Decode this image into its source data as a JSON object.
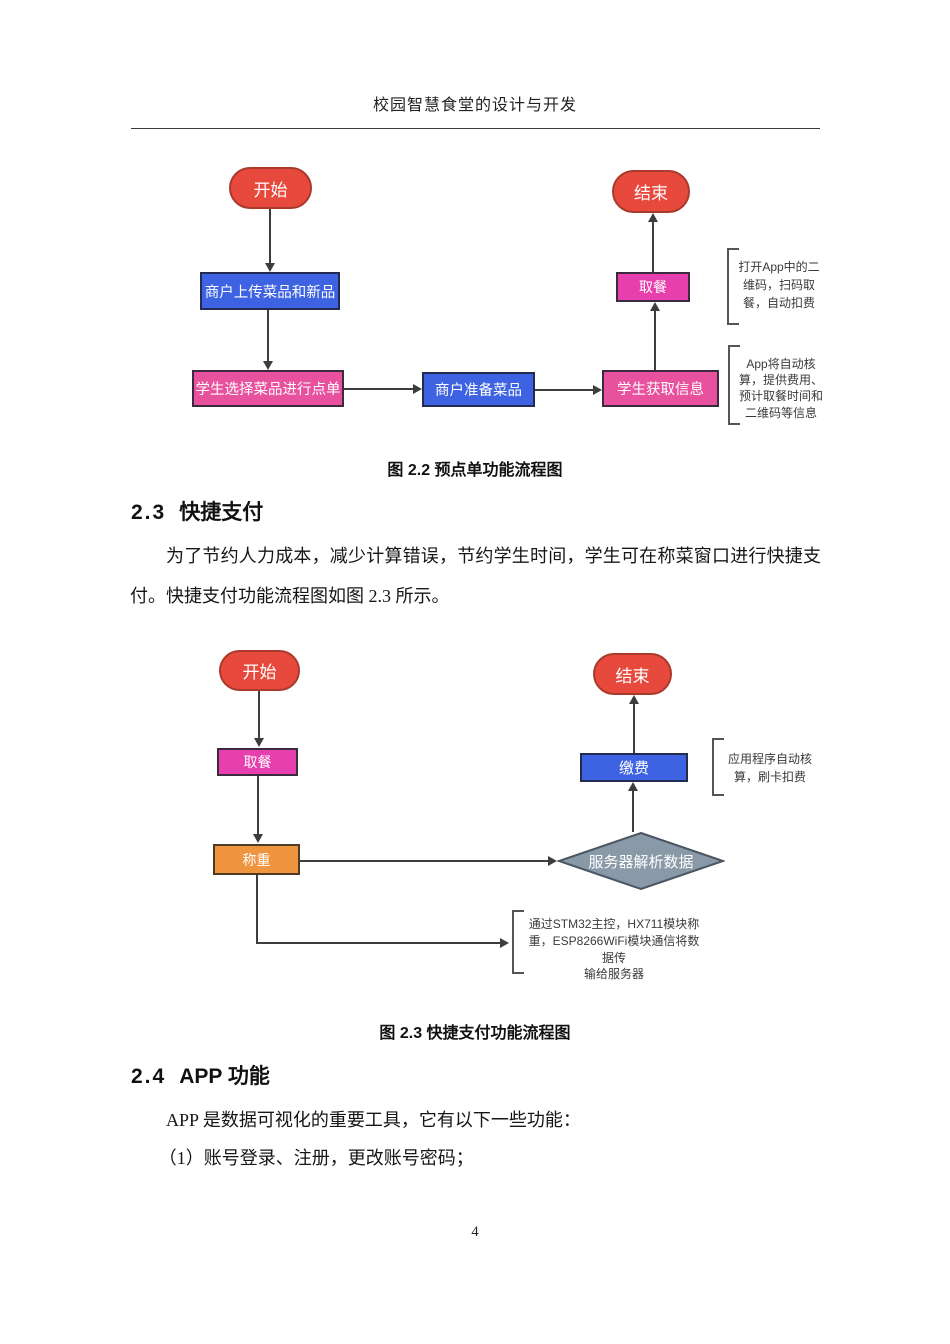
{
  "header": {
    "title": "校园智慧食堂的设计与开发"
  },
  "figure_2_2": {
    "caption": "图 2.2 预点单功能流程图",
    "nodes": {
      "start": "开始",
      "upload": "商户上传菜品和新品",
      "select": "学生选择菜品进行点单",
      "prepare": "商户准备菜品",
      "getinfo": "学生获取信息",
      "pickup": "取餐",
      "end": "结束"
    },
    "notes": {
      "pickup_note": "打开App中的二\n维码，扫码取\n餐，自动扣费",
      "getinfo_note": "App将自动核\n算，提供费用、\n预计取餐时间和\n二维码等信息"
    }
  },
  "section_2_3": {
    "number": "2.3",
    "title": "快捷支付",
    "paragraph": "为了节约人力成本，减少计算错误，节约学生时间，学生可在称菜窗口进行快捷支付。快捷支付功能流程图如图 2.3 所示。"
  },
  "figure_2_3": {
    "caption": "图 2.3 快捷支付功能流程图",
    "nodes": {
      "start": "开始",
      "pickup": "取餐",
      "weigh": "称重",
      "server": "服务器解析数据",
      "pay": "缴费",
      "end": "结束"
    },
    "notes": {
      "pay_note": "应用程序自动核\n算，刷卡扣费",
      "weigh_note": "通过STM32主控，HX711模块称\n重，ESP8266WiFi模块通信将数据传\n输给服务器"
    }
  },
  "section_2_4": {
    "number": "2.4",
    "title": "APP 功能",
    "paragraph": "APP 是数据可视化的重要工具，它有以下一些功能：",
    "item_1": "（1）账号登录、注册，更改账号密码；"
  },
  "footer": {
    "page_number": "4"
  },
  "colors": {
    "terminator_fill": "#e8493d",
    "terminator_border": "#a93a2c",
    "process_blue_fill": "#3d63e3",
    "process_pink_fill": "#e8519d",
    "process_magenta_fill": "#e83fae",
    "process_orange_fill": "#f0953f",
    "decision_gray_fill": "#8a99a8",
    "connector": "#3d3d3d"
  }
}
